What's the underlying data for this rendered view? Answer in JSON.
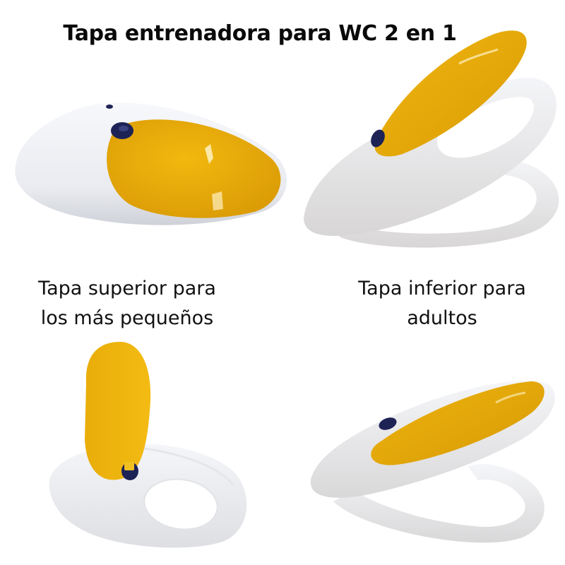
{
  "title": "Tapa entrenadora para WC 2 en 1",
  "captions": {
    "top_lid": [
      "Tapa superior para",
      "los más pequeños"
    ],
    "bottom_lid": [
      "Tapa inferior para",
      "adultos"
    ]
  },
  "photos": [
    {
      "name": "closed-seat-yellow-lid",
      "position": "top-left"
    },
    {
      "name": "seat-lid-raised-over-ring",
      "position": "top-right"
    },
    {
      "name": "child-seat-with-lid-up",
      "position": "bottom-left"
    },
    {
      "name": "seat-closed-on-ring",
      "position": "bottom-right"
    }
  ],
  "colors": {
    "lid_yellow": "#E9AC0C",
    "seat_white": "#F4F4F6",
    "hinge_navy": "#1E2356"
  }
}
